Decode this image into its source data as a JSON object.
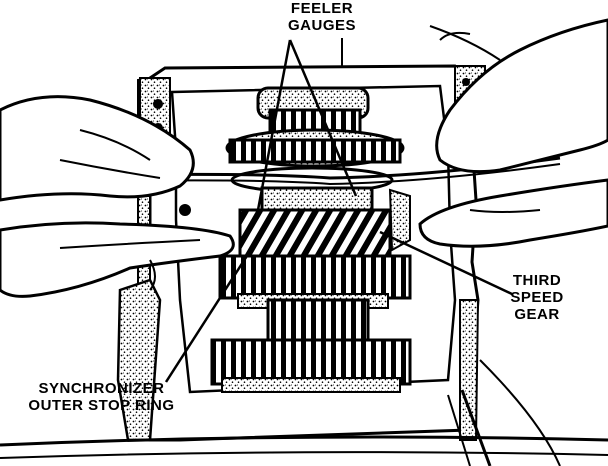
{
  "labels": {
    "feeler": [
      "FEELER",
      "GAUGES"
    ],
    "third": [
      "THIRD",
      "SPEED",
      "GEAR"
    ],
    "sync": [
      "SYNCHRONIZER",
      "OUTER STOP RING"
    ]
  },
  "colors": {
    "ink": "#000000",
    "paper": "#ffffff"
  }
}
